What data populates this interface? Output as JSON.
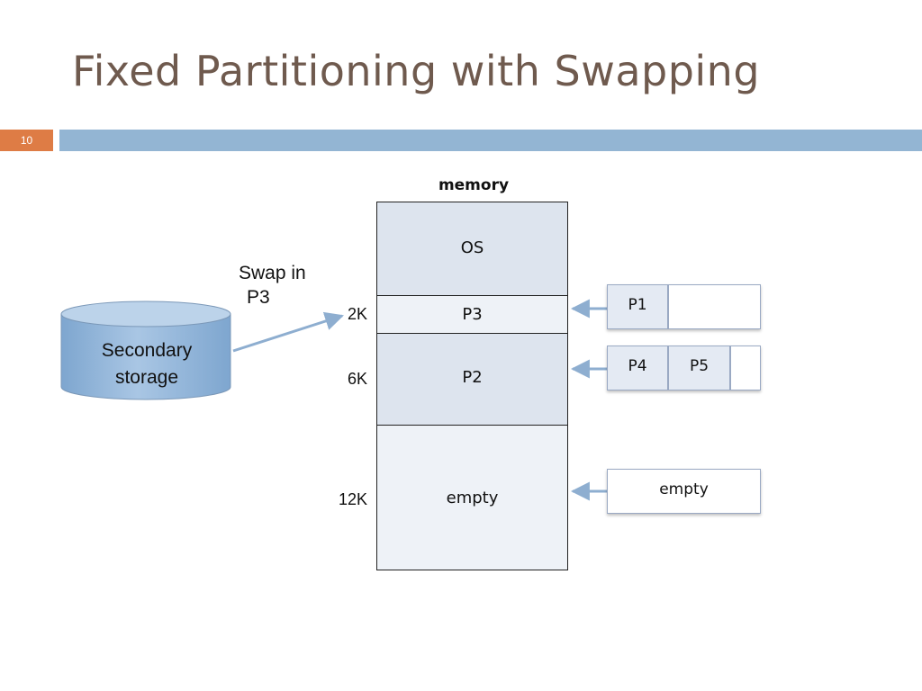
{
  "slide": {
    "title": "Fixed Partitioning with Swapping",
    "number": "10",
    "accent_color": "#de7c45",
    "bar_color": "#93b5d3"
  },
  "storage": {
    "label_line1": "Secondary",
    "label_line2": "storage"
  },
  "swap": {
    "line1": "Swap in",
    "line2": "P3"
  },
  "memory": {
    "label": "memory",
    "segments": [
      {
        "name": "OS"
      },
      {
        "name": "P3",
        "size": "2K"
      },
      {
        "name": "P2",
        "size": "6K"
      },
      {
        "name": "empty",
        "size": "12K"
      }
    ]
  },
  "queues": [
    {
      "cells": [
        "P1",
        ""
      ]
    },
    {
      "cells": [
        "P4",
        "P5",
        ""
      ]
    },
    {
      "cells": [
        "empty"
      ]
    }
  ]
}
